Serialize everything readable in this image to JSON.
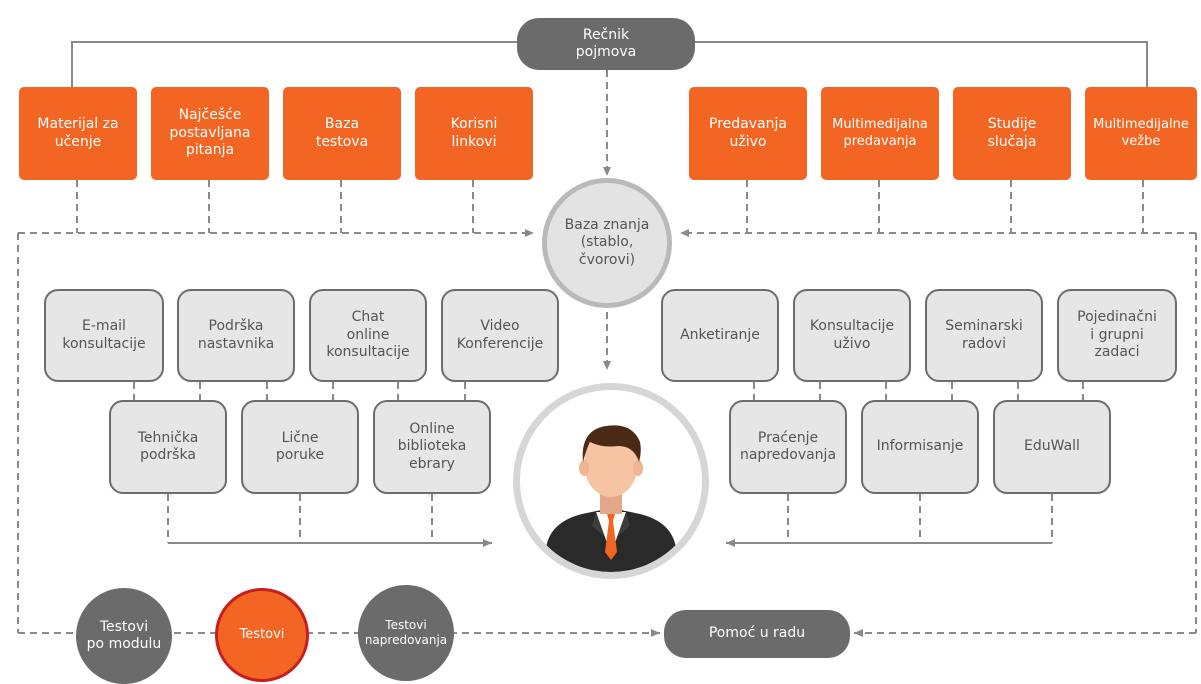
{
  "dictionary": "Rečnik\npojmova",
  "knowledge_base": "Baza znanja\n(stablo,\nčvorovi)",
  "top_left": [
    "Materijal za\nučenje",
    "Najčešće\npostavljana\npitanja",
    "Baza\ntestova",
    "Korisni\nlinkovi"
  ],
  "top_right": [
    "Predavanja\nuživo",
    "Multimedijalna\npredavanja",
    "Studije\nslučaja",
    "Multimedijalne\nvežbe"
  ],
  "left_row1": [
    "E-mail\nkonsultacije",
    "Podrška\nnastavnika",
    "Chat\nonline\nkonsultacije",
    "Video\nKonferencije"
  ],
  "left_row2": [
    "Tehnička\npodrška",
    "Lične\nporuke",
    "Online\nbiblioteka\nebrary"
  ],
  "right_row1": [
    "Anketiranje",
    "Konsultacije\nuživo",
    "Seminarski\nradovi",
    "Pojedinačni\ni grupni\nzadaci"
  ],
  "right_row2": [
    "Praćenje\nnapredovanja",
    "Informisanje",
    "EduWall"
  ],
  "bottom": {
    "tests_by_module": "Testovi\npo modulu",
    "tests": "Testovi",
    "progress_tests": "Testovi\nnapredovanja",
    "help": "Pomoć u radu"
  },
  "user_icon": "user-avatar-icon",
  "colors": {
    "orange": "#f26522",
    "dark_gray": "#6b6b6b",
    "light_gray": "#e6e6e6",
    "border_gray": "#6d6d6d",
    "red_ring": "#c81e1e",
    "connector": "#8a8a8a"
  }
}
